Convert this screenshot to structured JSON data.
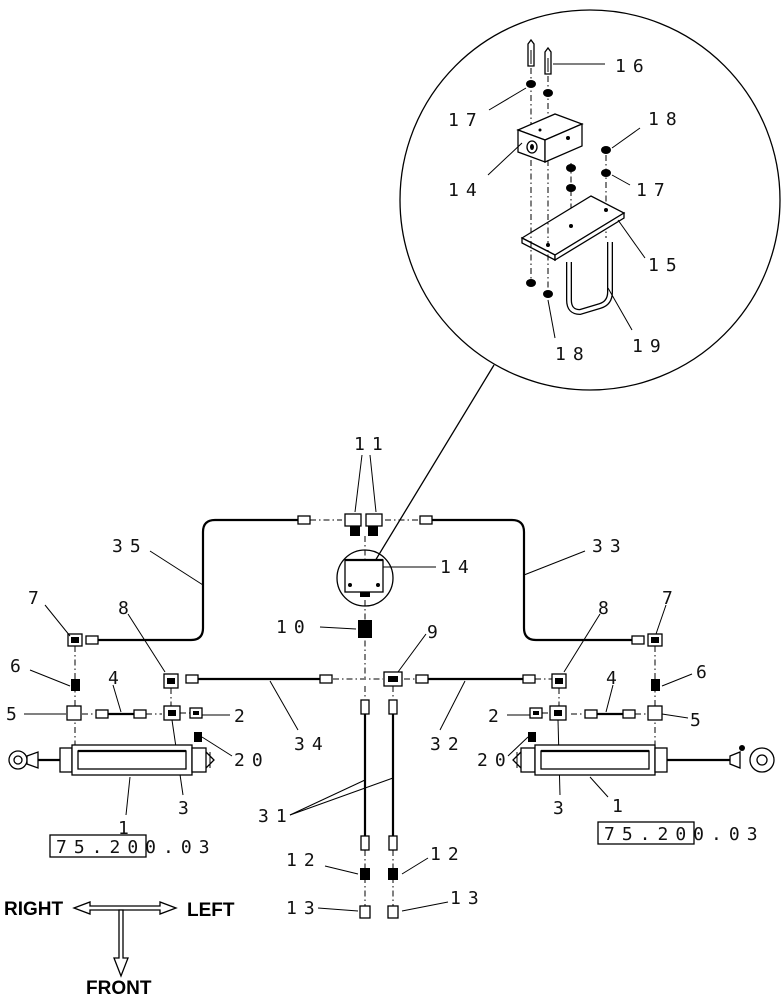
{
  "callouts": {
    "c1_left": "1",
    "c1_right": "1",
    "c2_left": "2",
    "c2_right": "2",
    "c3_left": "3",
    "c3_right": "3",
    "c4_left": "4",
    "c4_right": "4",
    "c5_left": "5",
    "c5_right": "5",
    "c6_left": "6",
    "c6_right": "6",
    "c7_left": "7",
    "c7_right": "7",
    "c8_left": "8",
    "c8_right": "8",
    "c9": "9",
    "c10": "10",
    "c11": "11",
    "c12_left": "12",
    "c12_right": "12",
    "c13_left": "13",
    "c13_right": "13",
    "c14_main": "14",
    "c14_detail": "14",
    "c15": "15",
    "c16": "16",
    "c17_left": "17",
    "c17_right": "17",
    "c18_top": "18",
    "c18_bottom": "18",
    "c19": "19",
    "c20_left": "20",
    "c20_right": "20",
    "c31": "31",
    "c32": "32",
    "c33": "33",
    "c34": "34",
    "c35": "35"
  },
  "references": {
    "left": "75.200.03",
    "right": "75.200.03"
  },
  "directions": {
    "right": "RIGHT",
    "left": "LEFT",
    "front": "FRONT"
  }
}
